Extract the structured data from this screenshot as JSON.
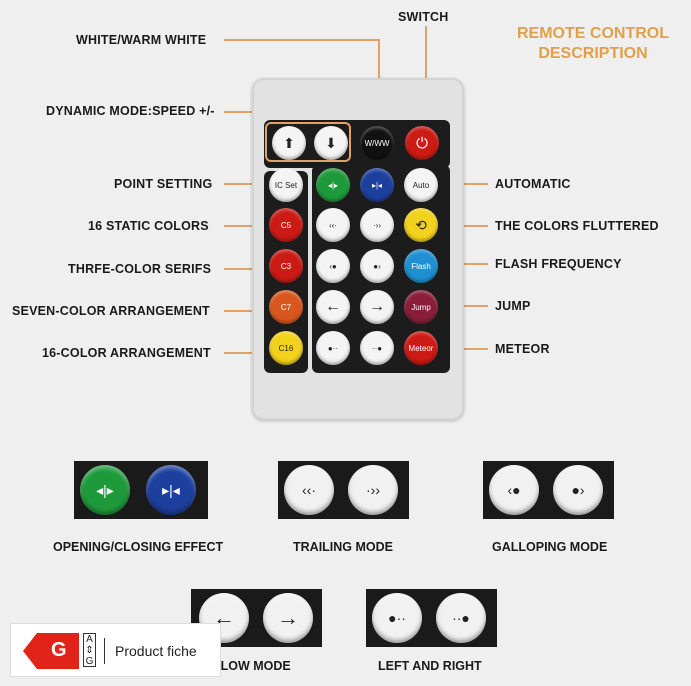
{
  "title": {
    "line1": "REMOTE CONTROL",
    "line2": "DESCRIPTION"
  },
  "labels": {
    "switch": "SWITCH",
    "white_warm": "WHITE/WARM WHITE",
    "dynamic_mode": "DYNAMIC MODE:SPEED +/-",
    "point_setting": "POINT SETTING",
    "static_colors": "16 STATIC COLORS",
    "three_color": "THRFE-COLOR SERIFS",
    "seven_color": "SEVEN-COLOR ARRANGEMENT",
    "sixteen_color": "16-COLOR ARRANGEMENT",
    "automatic": "AUTOMATIC",
    "fluttered": "THE COLORS FLUTTERED",
    "flash_freq": "FLASH FREQUENCY",
    "jump": "JUMP",
    "meteor": "METEOR"
  },
  "buttons": {
    "up": "⬆",
    "down": "⬇",
    "ww": "W/WW",
    "power": "⏻",
    "ic_set": "IC Set",
    "open": "◂|▸",
    "close": "▸|◂",
    "auto": "Auto",
    "trail_l": "‹‹·",
    "trail_r": "·››",
    "loop": "⟲",
    "gallop_l": "‹●",
    "gallop_r": "●›",
    "flash": "Flash",
    "left": "←",
    "right": "→",
    "jump": "Jump",
    "lr_l": "●··",
    "lr_r": "··●",
    "meteor": "Meteor",
    "c5": "C5",
    "c3": "C3",
    "c7": "C7",
    "c16": "C16"
  },
  "effects": {
    "opening_closing": "OPENING/CLOSING EFFECT",
    "trailing": "TRAILING MODE",
    "galloping": "GALLOPING MODE",
    "flow": "FLOW MODE",
    "left_right": "LEFT AND RIGHT"
  },
  "product_fiche": {
    "grade": "G",
    "arrow_top": "A",
    "arrow_bottom": "G",
    "label": "Product fiche"
  },
  "colors": {
    "accent": "#e0a04a",
    "red": "#cc1a14",
    "green": "#1f9a3a",
    "blue": "#1d3f9e",
    "yellow": "#f2d21a",
    "orange": "#d9571e",
    "cyan": "#1e8fd2",
    "wine": "#8a1d3a"
  }
}
